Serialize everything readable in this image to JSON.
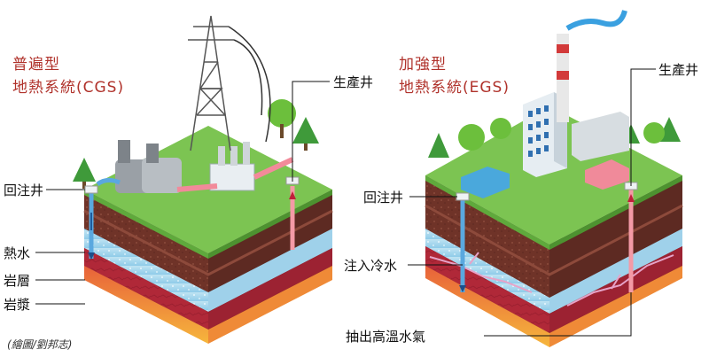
{
  "left_panel": {
    "title_line1": "普遍型",
    "title_line2": "地熱系統(CGS)",
    "labels": {
      "injection_well": "回注井",
      "production_well": "生產井",
      "hot_water": "熱水",
      "rock_layer": "岩層",
      "magma": "岩漿"
    }
  },
  "right_panel": {
    "title_line1": "加強型",
    "title_line2": "地熱系統(EGS)",
    "labels": {
      "production_well": "生產井",
      "injection_well": "回注井",
      "inject_cold_water": "注入冷水",
      "extract_hot_steam": "抽出高溫水氣"
    }
  },
  "credit": "(繪圖/劉邦志)",
  "colors": {
    "title": "#b0322b",
    "grass": "#7cc452",
    "soil": "#7a3a2e",
    "water": "#a9d8ef",
    "rock": "#b7283b",
    "magma": "#f29a3a",
    "cold_pipe": "#4aa6e0",
    "hot_pipe": "#f27d8a"
  }
}
